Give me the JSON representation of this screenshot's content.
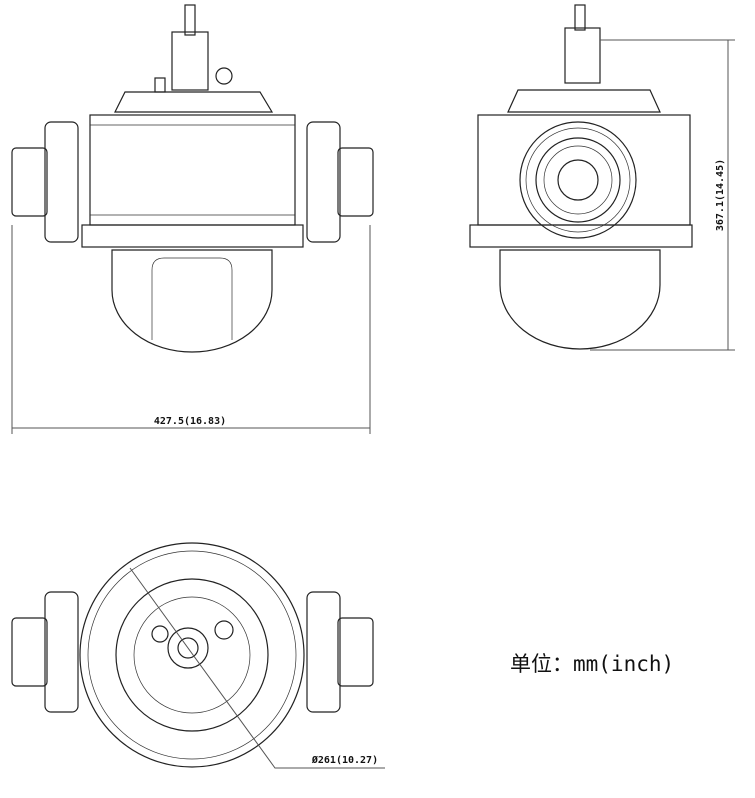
{
  "dimensions": {
    "width": "427.5(16.83)",
    "height": "367.1(14.45)",
    "diameter": "Ø261(10.27)"
  },
  "unit_label": "单位：mm(inch)"
}
